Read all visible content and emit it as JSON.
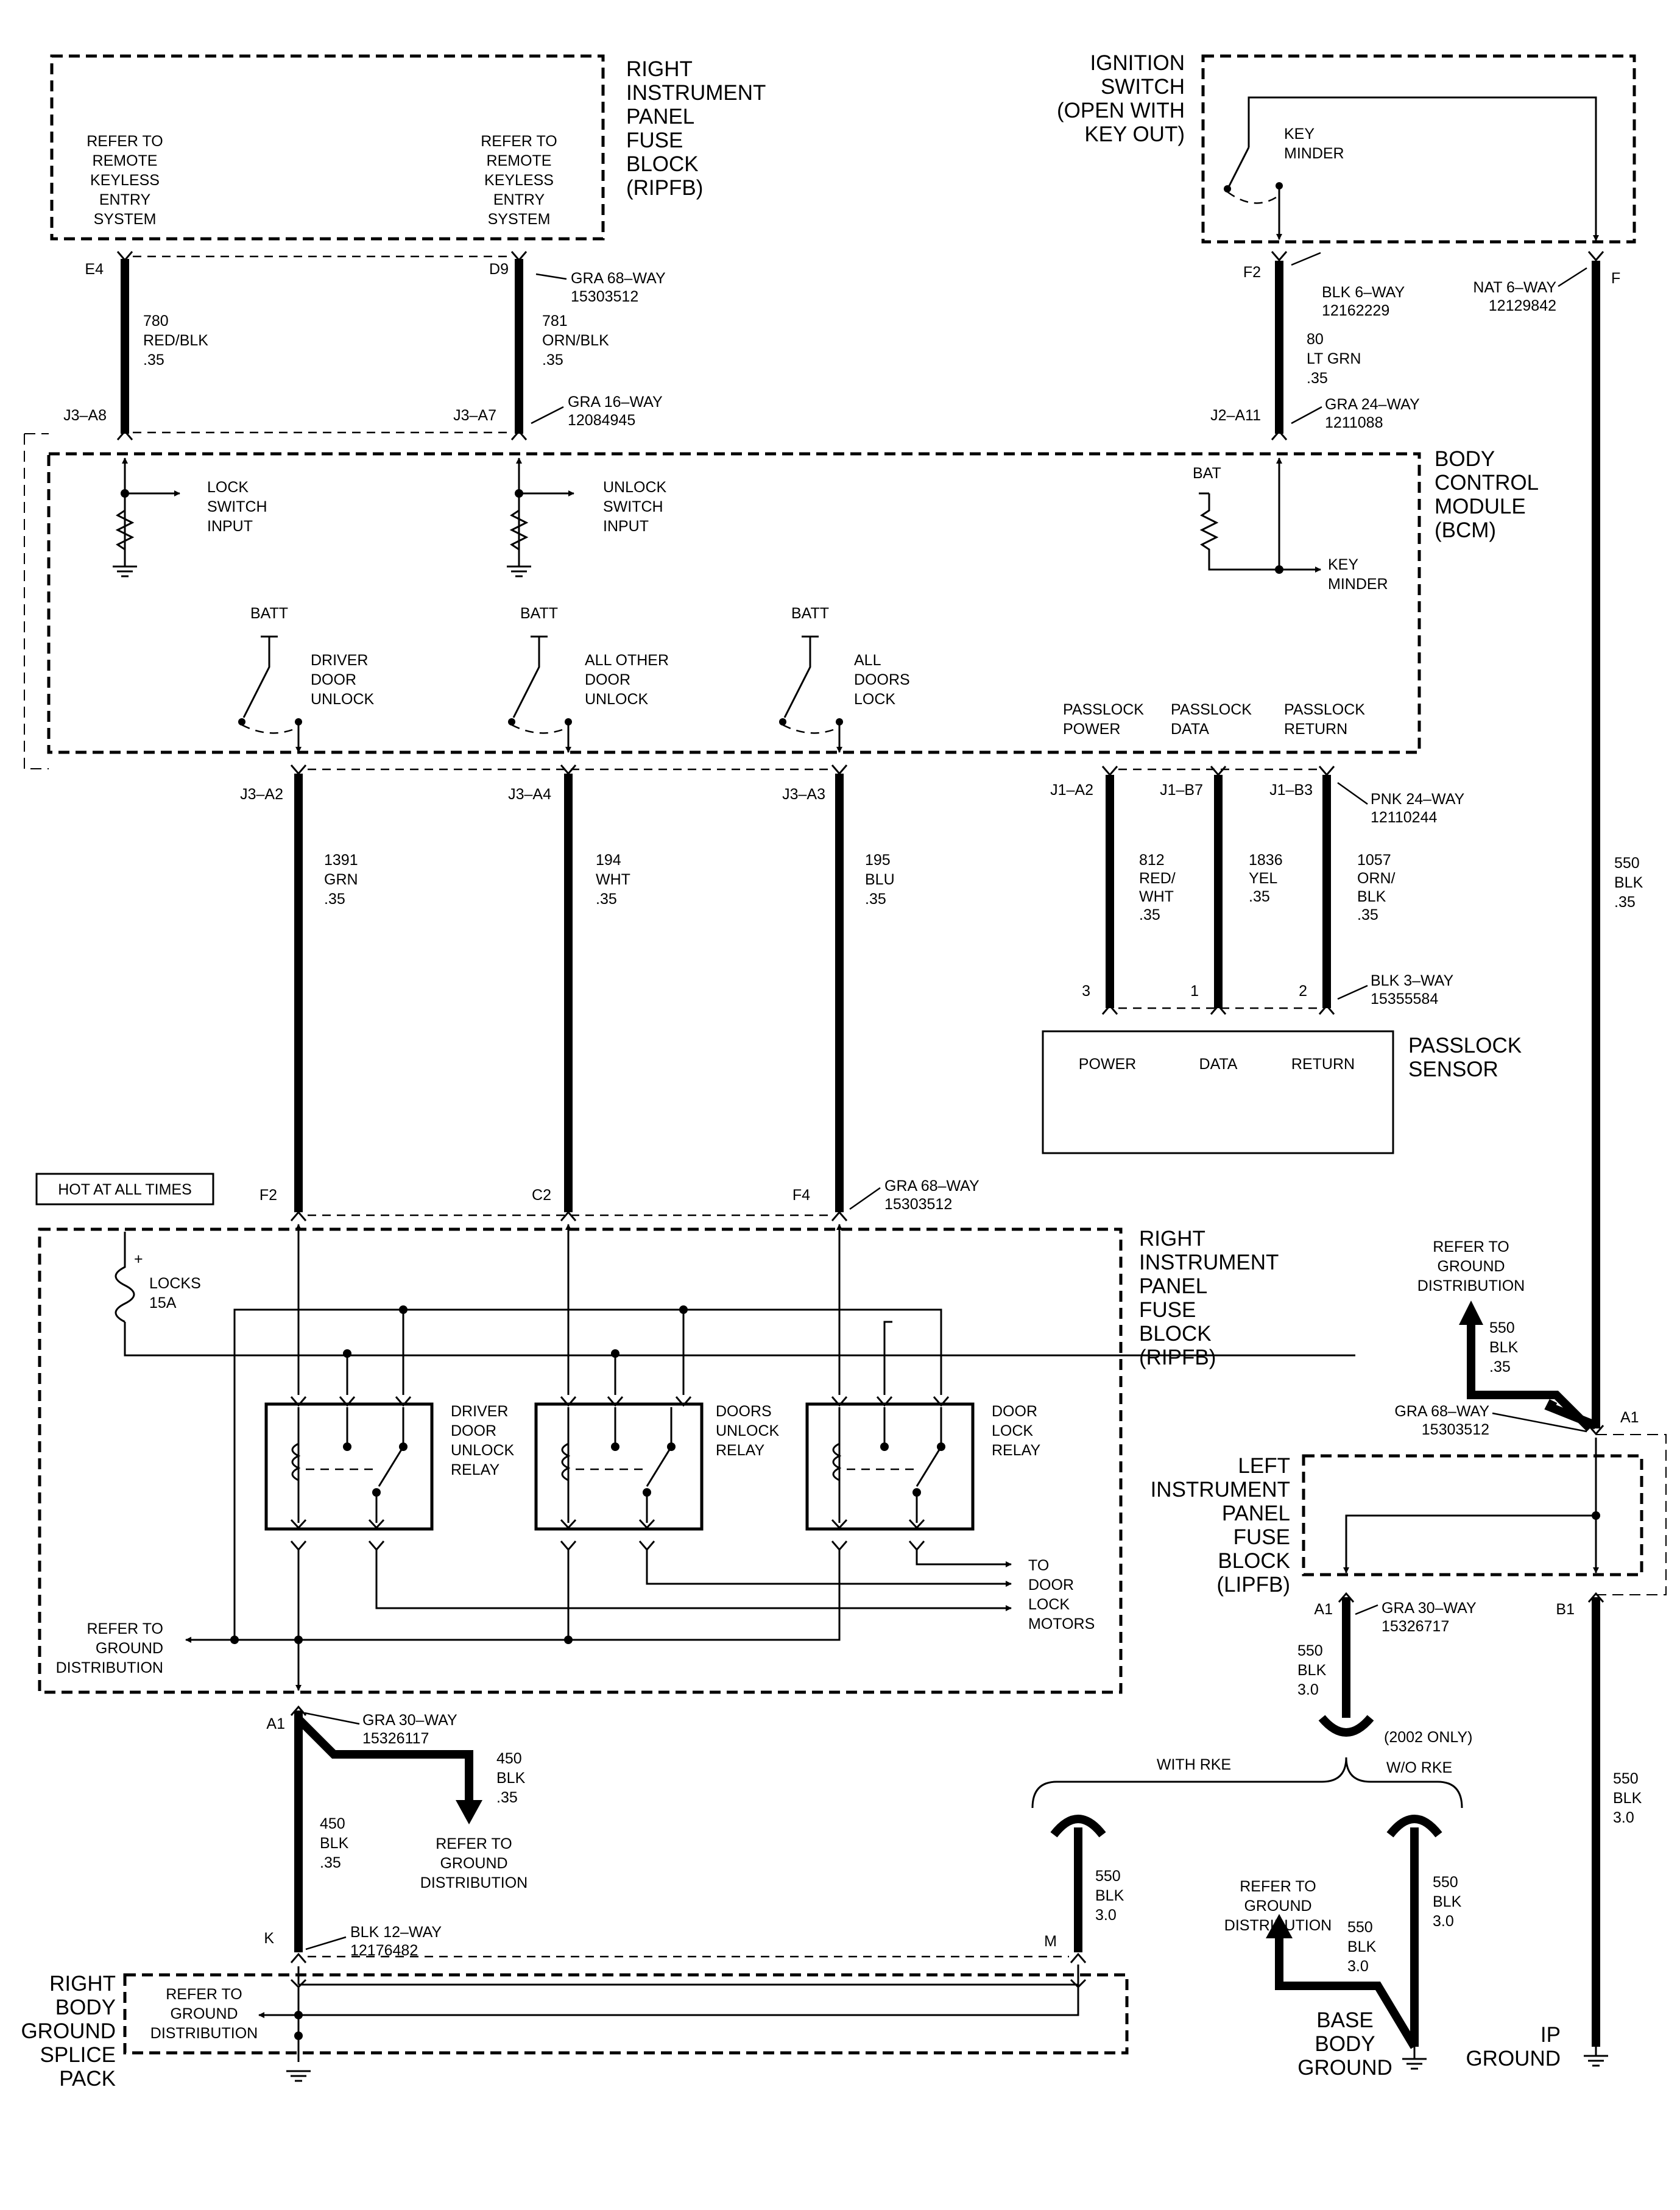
{
  "ripfb_top": {
    "title": [
      "RIGHT",
      "INSTRUMENT",
      "PANEL",
      "FUSE",
      "BLOCK",
      "(RIPFB)"
    ],
    "note_left": [
      "REFER TO",
      "REMOTE",
      "KEYLESS",
      "ENTRY",
      "SYSTEM"
    ],
    "note_right": [
      "REFER TO",
      "REMOTE",
      "KEYLESS",
      "ENTRY",
      "SYSTEM"
    ]
  },
  "ignition_switch": {
    "title": [
      "IGNITION",
      "SWITCH",
      "(OPEN WITH",
      "KEY OUT)"
    ],
    "contact": [
      "KEY",
      "MINDER"
    ]
  },
  "bcm": {
    "title": [
      "BODY",
      "CONTROL",
      "MODULE",
      "(BCM)"
    ],
    "lock_input": [
      "LOCK",
      "SWITCH",
      "INPUT"
    ],
    "unlock_input": [
      "UNLOCK",
      "SWITCH",
      "INPUT"
    ],
    "bat": "BAT",
    "key_minder": [
      "KEY",
      "MINDER"
    ],
    "batt": "BATT",
    "driver_unlock": [
      "DRIVER",
      "DOOR",
      "UNLOCK"
    ],
    "other_unlock": [
      "ALL OTHER",
      "DOOR",
      "UNLOCK"
    ],
    "all_lock": [
      "ALL",
      "DOORS",
      "LOCK"
    ],
    "passlock_power": [
      "PASSLOCK",
      "POWER"
    ],
    "passlock_data": [
      "PASSLOCK",
      "DATA"
    ],
    "passlock_return": [
      "PASSLOCK",
      "RETURN"
    ]
  },
  "top_wires": {
    "e4": "E4",
    "d9": "D9",
    "w780": [
      "780",
      "RED/BLK",
      ".35"
    ],
    "w781": [
      "781",
      "ORN/BLK",
      ".35"
    ],
    "gra68": [
      "GRA 68–WAY",
      "15303512"
    ],
    "j3a8": "J3–A8",
    "j3a7": "J3–A7",
    "gra16": [
      "GRA 16–WAY",
      "12084945"
    ],
    "f2": "F2",
    "blk6": [
      "BLK 6–WAY",
      "12162229"
    ],
    "w80": [
      "80",
      "LT GRN",
      ".35"
    ],
    "j2a11": "J2–A11",
    "gra24": [
      "GRA 24–WAY",
      "1211088"
    ],
    "nat6": [
      "NAT 6–WAY",
      "12129842"
    ],
    "f": "F"
  },
  "mid_wires": {
    "j3a2": "J3–A2",
    "j3a4": "J3–A4",
    "j3a3": "J3–A3",
    "w1391": [
      "1391",
      "GRN",
      ".35"
    ],
    "w194": [
      "194",
      "WHT",
      ".35"
    ],
    "w195": [
      "195",
      "BLU",
      ".35"
    ],
    "j1a2": "J1–A2",
    "j1b7": "J1–B7",
    "j1b3": "J1–B3",
    "pnk24": [
      "PNK 24–WAY",
      "12110244"
    ],
    "w812": [
      "812",
      "RED/",
      "WHT",
      ".35"
    ],
    "w1836": [
      "1836",
      "YEL",
      ".35"
    ],
    "w1057": [
      "1057",
      "ORN/",
      "BLK",
      ".35"
    ],
    "pin3": "3",
    "pin1": "1",
    "pin2": "2",
    "blk3": [
      "BLK 3–WAY",
      "15355584"
    ],
    "w550": [
      "550",
      "BLK",
      ".35"
    ]
  },
  "passlock_sensor": {
    "title": [
      "PASSLOCK",
      "SENSOR"
    ],
    "power": "POWER",
    "data": "DATA",
    "return": "RETURN"
  },
  "ripfb_bottom": {
    "hot_label": "HOT AT ALL TIMES",
    "f2": "F2",
    "c2": "C2",
    "f4": "F4",
    "gra68": [
      "GRA 68–WAY",
      "15303512"
    ],
    "title": [
      "RIGHT",
      "INSTRUMENT",
      "PANEL",
      "FUSE",
      "BLOCK",
      "(RIPFB)"
    ],
    "fuse_plus": "+",
    "fuse": [
      "LOCKS",
      "15A"
    ],
    "relay1": [
      "DRIVER",
      "DOOR",
      "UNLOCK",
      "RELAY"
    ],
    "relay2": [
      "DOORS",
      "UNLOCK",
      "RELAY"
    ],
    "relay3": [
      "DOOR",
      "LOCK",
      "RELAY"
    ],
    "motors": [
      "TO",
      "DOOR",
      "LOCK",
      "MOTORS"
    ],
    "ground_ref": [
      "REFER TO",
      "GROUND",
      "DISTRIBUTION"
    ]
  },
  "lipfb": {
    "ref_ground": [
      "REFER TO",
      "GROUND",
      "DISTRIBUTION"
    ],
    "w550": [
      "550",
      "BLK",
      ".35"
    ],
    "gra68": [
      "GRA 68–WAY",
      "15303512"
    ],
    "a1_top": "A1",
    "title": [
      "LEFT",
      "INSTRUMENT",
      "PANEL",
      "FUSE",
      "BLOCK",
      "(LIPFB)"
    ],
    "a1": "A1",
    "b1": "B1",
    "gra30": [
      "GRA 30–WAY",
      "15326717"
    ],
    "w550_30": [
      "550",
      "BLK",
      "3.0"
    ],
    "only2002": "(2002 ONLY)",
    "with_rke": "WITH RKE",
    "wo_rke": "W/O RKE"
  },
  "bottom": {
    "a1": "A1",
    "gra30": [
      "GRA 30–WAY",
      "15326117"
    ],
    "w450_35": [
      "450",
      "BLK",
      ".35"
    ],
    "ref_ground": [
      "REFER TO",
      "GROUND",
      "DISTRIBUTION"
    ],
    "w450": [
      "450",
      "BLK",
      ".35"
    ],
    "k": "K",
    "blk12": [
      "BLK 12–WAY",
      "12176482"
    ],
    "m": "M",
    "w550_m": [
      "550",
      "BLK",
      "3.0"
    ],
    "splice_title": [
      "RIGHT",
      "BODY",
      "GROUND",
      "SPLICE",
      "PACK"
    ],
    "splice_ref": [
      "REFER TO",
      "GROUND",
      "DISTRIBUTION"
    ],
    "base_ref": [
      "REFER TO",
      "GROUND",
      "DISTRIBUTION"
    ],
    "w550_base": [
      "550",
      "BLK",
      "3.0"
    ],
    "w550_wo": [
      "550",
      "BLK",
      "3.0"
    ],
    "base_ground": [
      "BASE",
      "BODY",
      "GROUND"
    ],
    "w550_ip": [
      "550",
      "BLK",
      "3.0"
    ],
    "ip_ground": [
      "IP",
      "GROUND"
    ]
  }
}
